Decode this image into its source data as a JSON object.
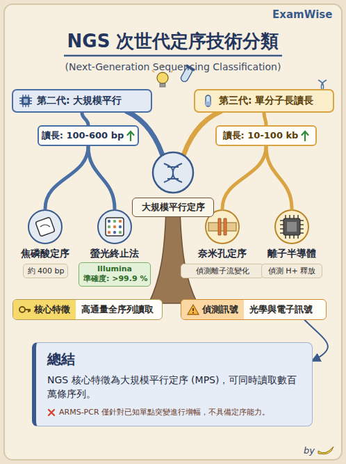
{
  "diagram": {
    "title": "NGS 次世代定序技術分類",
    "caption": "(Next-Generation Sequencing Classification)",
    "nodes": [
      {
        "text": [
          "第二代: 大規模平行"
        ]
      },
      {
        "text": [
          "第三代: 單分子長讀長"
        ]
      },
      {
        "text": [
          "讀長: 100-600 bp"
        ]
      },
      {
        "text": [
          "讀長: 10-100 kb"
        ]
      },
      {
        "text": [
          "大規模平行定序"
        ]
      },
      {
        "text": [
          "焦磷酸定序"
        ]
      },
      {
        "text": [
          "約 400 bp"
        ]
      },
      {
        "text": [
          "螢光終止法"
        ]
      },
      {
        "text": [
          "Illumina",
          "準確度: >99.9 %"
        ]
      },
      {
        "text": [
          "奈米孔定序"
        ]
      },
      {
        "text": [
          "偵測離子流變化"
        ]
      },
      {
        "text": [
          "離子半導體"
        ]
      },
      {
        "text": [
          "偵測 H+ 釋放"
        ]
      },
      {
        "text": [
          "核心特徵",
          "高通量全序列讀取"
        ]
      },
      {
        "text": [
          "偵測訊號",
          "光學與電子訊號"
        ]
      },
      {
        "text": [
          "總結",
          "NGS 核心特徵為大規模平行定序 (MPS)，可同時讀取數百萬條序列。",
          "ARMS-PCR 僅針對已知單點突變進行增幅，不具備定序能力。"
        ]
      }
    ],
    "edges": [
      {
        "from": 0,
        "to": 2,
        "arrow": "none"
      },
      {
        "from": 2,
        "to": 5,
        "arrow": "none"
      },
      {
        "from": 2,
        "to": 7,
        "arrow": "none"
      },
      {
        "from": 1,
        "to": 3,
        "arrow": "none"
      },
      {
        "from": 3,
        "to": 9,
        "arrow": "none"
      },
      {
        "from": 3,
        "to": 11,
        "arrow": "none"
      },
      {
        "from": 14,
        "to": 15,
        "arrow": "to"
      }
    ],
    "labels": [
      "ExamWise",
      "by"
    ]
  }
}
